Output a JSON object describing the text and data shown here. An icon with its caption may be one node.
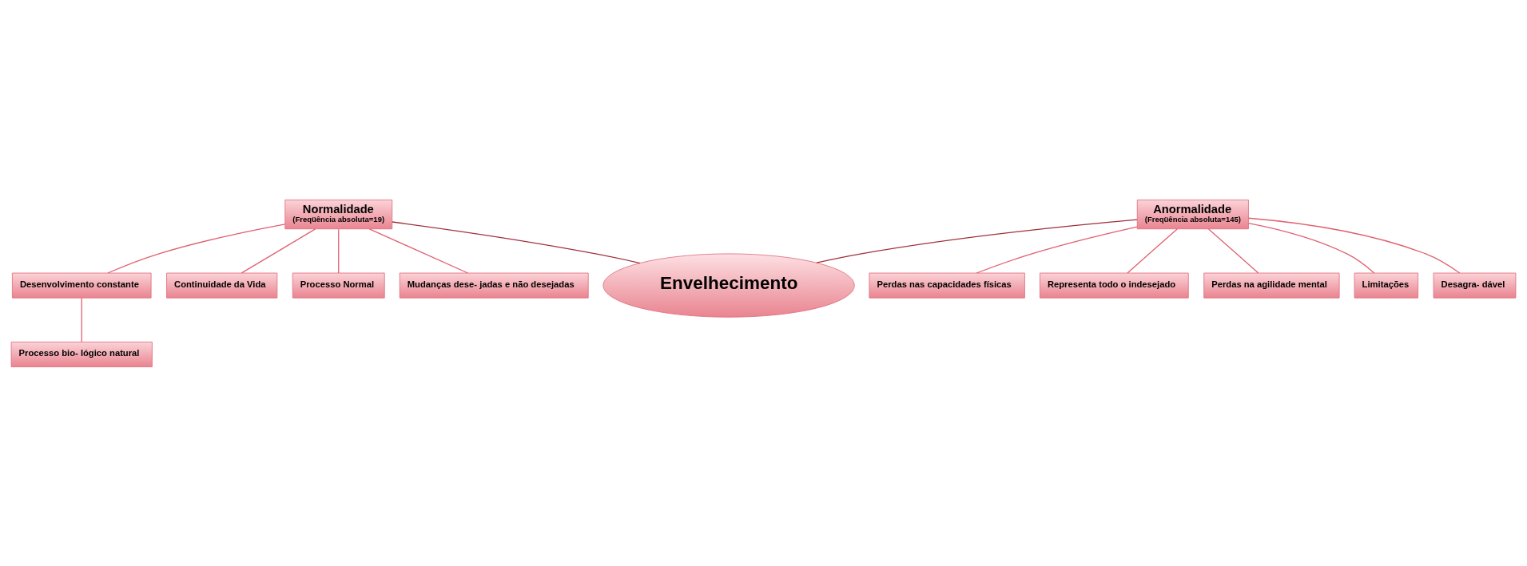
{
  "diagram": {
    "nodes": [
      {
        "text": [
          "Normalidade",
          "(Freqüência absoluta=19)"
        ]
      },
      {
        "text": [
          "Desenvolvimento constante"
        ]
      },
      {
        "text": [
          "Processo bio- lógico natural"
        ]
      },
      {
        "text": [
          "Continuidade da Vida"
        ]
      },
      {
        "text": [
          "Processo Normal"
        ]
      },
      {
        "text": [
          "Mudanças dese- jadas e não desejadas"
        ]
      },
      {
        "text": [
          "Envelhecimento"
        ]
      },
      {
        "text": [
          "Anormalidade",
          "(Freqüência absoluta=145)"
        ]
      },
      {
        "text": [
          "Perdas nas capacidades físicas"
        ]
      },
      {
        "text": [
          "Representa todo o indesejado"
        ]
      },
      {
        "text": [
          "Perdas na agilidade mental"
        ]
      },
      {
        "text": [
          "Limitações"
        ]
      },
      {
        "text": [
          "Desagra- dável"
        ]
      }
    ],
    "edges": [
      {
        "from": 0,
        "to": 6,
        "arrow": "none",
        "color": "#a0303a"
      },
      {
        "from": 7,
        "to": 6,
        "arrow": "none",
        "color": "#a0303a"
      },
      {
        "from": 0,
        "to": 1,
        "arrow": "none"
      },
      {
        "from": 1,
        "to": 2,
        "arrow": "none"
      },
      {
        "from": 0,
        "to": 3,
        "arrow": "none"
      },
      {
        "from": 0,
        "to": 4,
        "arrow": "none"
      },
      {
        "from": 0,
        "to": 5,
        "arrow": "none"
      },
      {
        "from": 7,
        "to": 8,
        "arrow": "none"
      },
      {
        "from": 7,
        "to": 9,
        "arrow": "none"
      },
      {
        "from": 7,
        "to": 10,
        "arrow": "none"
      },
      {
        "from": 7,
        "to": 11,
        "arrow": "none"
      },
      {
        "from": 7,
        "to": 12,
        "arrow": "none"
      }
    ]
  }
}
